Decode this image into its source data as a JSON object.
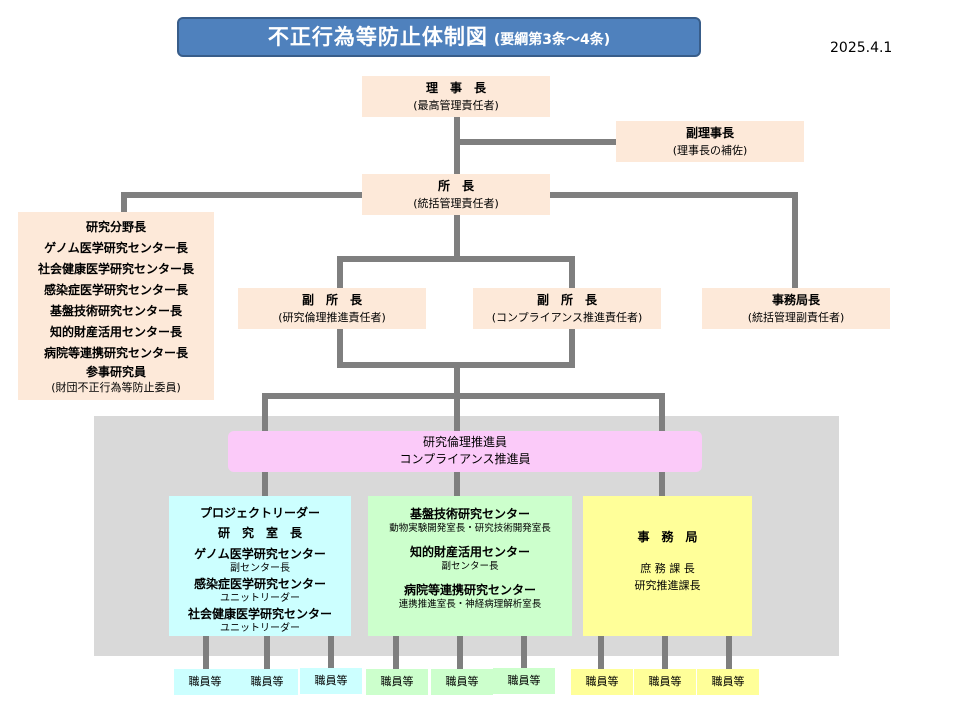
{
  "header": {
    "title": "不正行為等防止体制図",
    "subtitle": "(要綱第3条〜4条)",
    "date": "2025.4.1"
  },
  "nodes": {
    "chairman": {
      "name": "理　事　長",
      "role": "(最高管理責任者)"
    },
    "vice_chairman": {
      "name": "副理事長",
      "role": "(理事長の補佐)"
    },
    "director": {
      "name": "所　長",
      "role": "(統括管理責任者)"
    },
    "research_heads": {
      "items": [
        "研究分野長",
        "ゲノム医学研究センター長",
        "社会健康医学研究センター長",
        "感染症医学研究センター長",
        "基盤技術研究センター長",
        "知的財産活用センター長",
        "病院等連携研究センター長",
        "参事研究員"
      ],
      "note": "(財団不正行為等防止委員)"
    },
    "deputy_ethics": {
      "name": "副　所　長",
      "role": "(研究倫理推進責任者)"
    },
    "deputy_compliance": {
      "name": "副　所　長",
      "role": "(コンプライアンス推進責任者)"
    },
    "secretariat_head": {
      "name": "事務局長",
      "role": "(統括管理副責任者)"
    },
    "promoters": {
      "line1": "研究倫理推進員",
      "line2": "コンプライアンス推進員"
    }
  },
  "panels": {
    "research": {
      "lines": [
        {
          "text": "プロジェクトリーダー",
          "sub": ""
        },
        {
          "text": "研　究　室　長",
          "sub": ""
        },
        {
          "text": "ゲノム医学研究センター",
          "sub": "副センター長"
        },
        {
          "text": "感染症医学研究センター",
          "sub": "ユニットリーダー"
        },
        {
          "text": "社会健康医学研究センター",
          "sub": "ユニットリーダー"
        }
      ]
    },
    "centers": {
      "lines": [
        {
          "text": "基盤技術研究センター",
          "sub": "動物実験開発室長・研究技術開発室長"
        },
        {
          "text": "知的財産活用センター",
          "sub": "副センター長"
        },
        {
          "text": "病院等連携研究センター",
          "sub": "連携推進室長・神経病理解析室長"
        }
      ]
    },
    "office": {
      "title": "事　務　局",
      "line1": "庶 務 課 長",
      "line2": "研究推進課長"
    }
  },
  "staff_label": "職員等",
  "colors": {
    "title_bg": "#4f81bd",
    "node_bg": "#fde9d9",
    "promoter_bg": "#fbcaf9",
    "research_bg": "#ccffff",
    "center_bg": "#ccffcc",
    "office_bg": "#ffff99",
    "group_bg": "#d9d9d9",
    "connector": "#7f7f7f"
  }
}
